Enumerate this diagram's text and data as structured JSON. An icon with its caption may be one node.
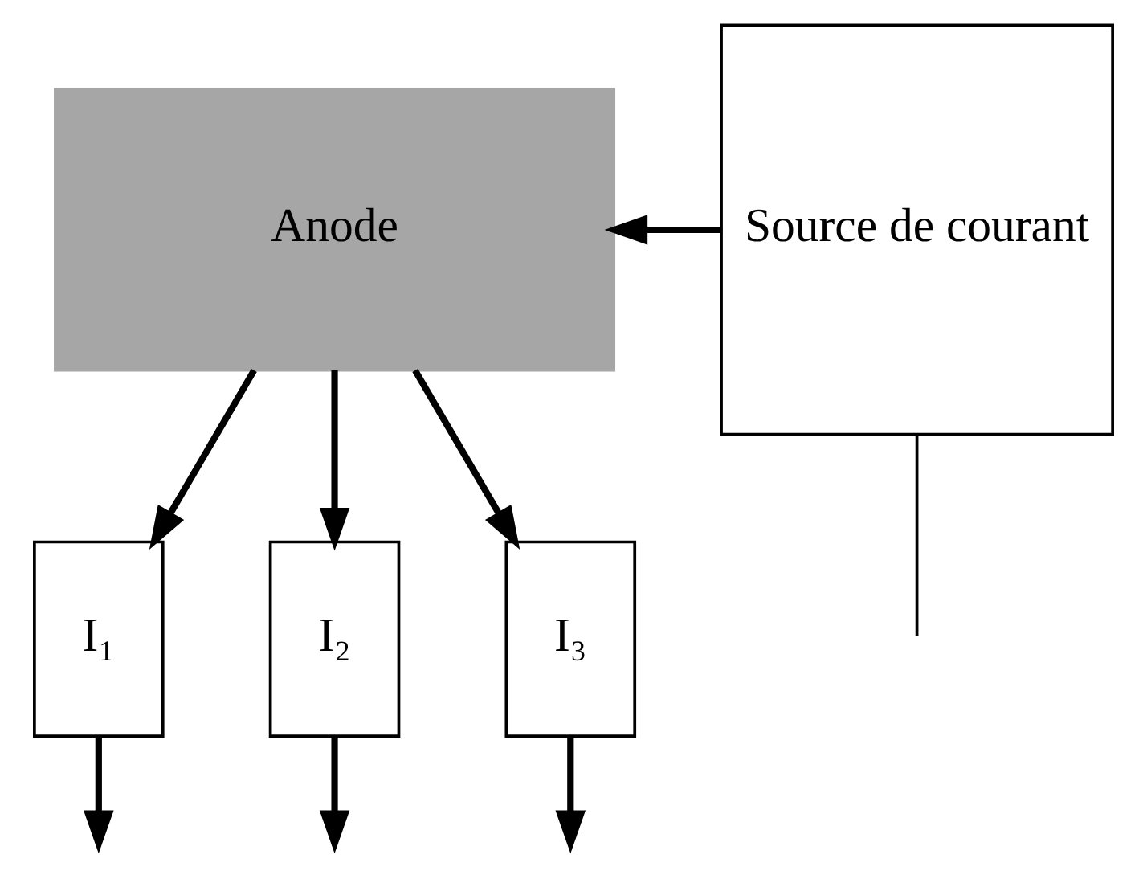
{
  "diagram": {
    "nodes": [
      {
        "text": [
          "Anode"
        ]
      },
      {
        "text": [
          "Source de courant"
        ]
      },
      {
        "text": [
          "I₁"
        ]
      },
      {
        "text": [
          "I₂"
        ]
      },
      {
        "text": [
          "I₃"
        ]
      }
    ],
    "edges": [
      {
        "from": 1,
        "to": 0,
        "arrow": "to"
      },
      {
        "from": 0,
        "to": 2,
        "arrow": "to"
      },
      {
        "from": 0,
        "to": 3,
        "arrow": "to"
      },
      {
        "from": 0,
        "to": 4,
        "arrow": "to"
      },
      {
        "from": 2,
        "to": null,
        "arrow": "to"
      },
      {
        "from": 3,
        "to": null,
        "arrow": "to"
      },
      {
        "from": 4,
        "to": null,
        "arrow": "to"
      },
      {
        "from": 1,
        "to": null,
        "arrow": "none"
      }
    ]
  }
}
